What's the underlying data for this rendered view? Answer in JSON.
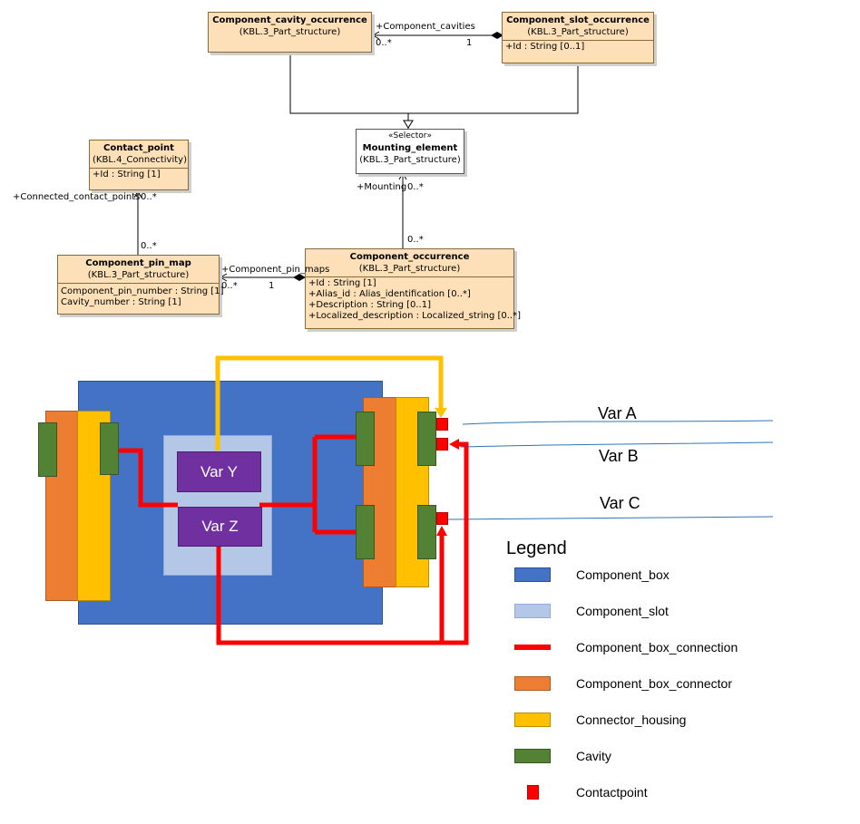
{
  "uml": {
    "cavity_occ": {
      "name": "Component_cavity_occurrence",
      "pkg": "(KBL.3_Part_structure)"
    },
    "slot_occ": {
      "name": "Component_slot_occurrence",
      "pkg": "(KBL.3_Part_structure)",
      "attrs": [
        {
          "n": "+Id",
          "t": " : String [0..1]"
        }
      ]
    },
    "mounting": {
      "stereo": "«Selector»",
      "name": "Mounting_element",
      "pkg": "(KBL.3_Part_structure)"
    },
    "contact_point": {
      "name": "Contact_point",
      "pkg": "(KBL.4_Connectivity)",
      "attrs": [
        {
          "n": "+Id",
          "t": " : String [1]"
        }
      ]
    },
    "pin_map": {
      "name": "Component_pin_map",
      "pkg": "(KBL.3_Part_structure)",
      "attrs": [
        {
          "n": "Component_pin_number",
          "t": " : String [1]"
        },
        {
          "n": "Cavity_number",
          "t": " : String [1]"
        }
      ]
    },
    "comp_occ": {
      "name": "Component_occurrence",
      "pkg": "(KBL.3_Part_structure)",
      "attrs": [
        {
          "n": "+Id",
          "t": " : String [1]"
        },
        {
          "n": "+Alias_id",
          "t": " : Alias_identification [0..*]"
        },
        {
          "n": "+Description",
          "t": " : String [0..1]"
        },
        {
          "n": "+Localized_description",
          "t": " : Localized_string [0..*]"
        }
      ]
    }
  },
  "associations": {
    "cavities_role": "+Component_cavities",
    "cavities_mult_a": "0..*",
    "cavities_mult_b": "1",
    "mounting_role": "+Mounting",
    "mounting_mult_top": "0..*",
    "mounting_mult_bottom": "0..*",
    "contacts_role": "+Connected_contact_points",
    "contacts_mult_top": "0..*",
    "contacts_mult_bottom": "0..*",
    "pinmaps_role": "+Component_pin_maps",
    "pinmaps_mult_a": "0..*",
    "pinmaps_mult_b": "1"
  },
  "figure": {
    "var_y": "Var Y",
    "var_z": "Var Z",
    "var_a": "Var A",
    "var_b": "Var B",
    "var_c": "Var C"
  },
  "legend": {
    "title": "Legend",
    "items": [
      {
        "label": "Component_box",
        "color": "#4472c4"
      },
      {
        "label": "Component_slot",
        "color": "#b4c7e7"
      },
      {
        "label": "Component_box_connection",
        "color": "#ff0000"
      },
      {
        "label": "Component_box_connector",
        "color": "#ed7d31"
      },
      {
        "label": "Connector_housing",
        "color": "#ffc000"
      },
      {
        "label": "Cavity",
        "color": "#548235"
      },
      {
        "label": "Contactpoint",
        "color": "#ff0000"
      }
    ]
  }
}
